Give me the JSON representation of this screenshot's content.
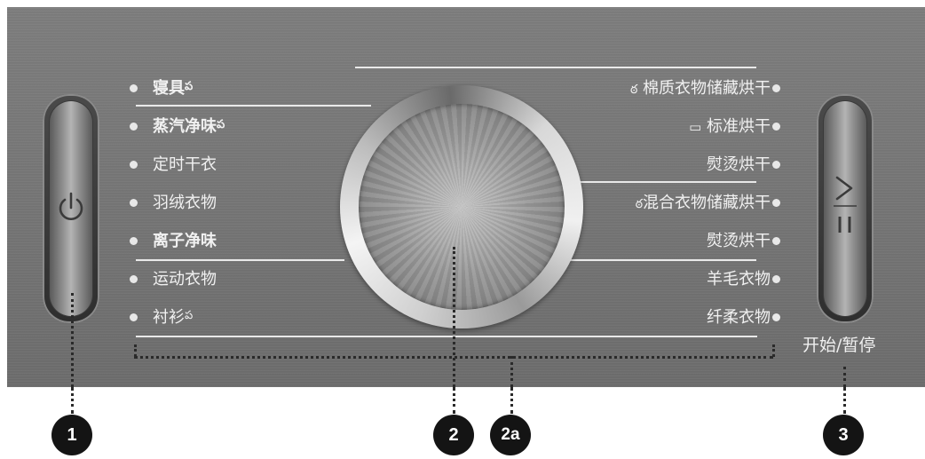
{
  "panel": {
    "left_programs": [
      {
        "label": "寝具",
        "bold": true,
        "indicator": "ప"
      },
      {
        "label": "蒸汽净味",
        "bold": true,
        "indicator": "ప"
      },
      {
        "label": "定时干衣",
        "bold": false,
        "indicator": ""
      },
      {
        "label": "羽绒衣物",
        "bold": false,
        "indicator": ""
      },
      {
        "label": "离子净味",
        "bold": true,
        "indicator": ""
      },
      {
        "label": "运动衣物",
        "bold": false,
        "indicator": ""
      },
      {
        "label": "衬衫",
        "bold": false,
        "indicator": "ప"
      }
    ],
    "right_programs": [
      {
        "label": "棉质衣物储藏烘干",
        "prefix": "ఠ"
      },
      {
        "label": "标准烘干",
        "prefix": "▭"
      },
      {
        "label": "熨烫烘干",
        "prefix": ""
      },
      {
        "label": "混合衣物储藏烘干",
        "prefix": "ఠ"
      },
      {
        "label": "熨烫烘干",
        "prefix": ""
      },
      {
        "label": "羊毛衣物",
        "prefix": ""
      },
      {
        "label": "纤柔衣物",
        "prefix": ""
      }
    ],
    "start_pause_label": "开始/暂停"
  },
  "markers": {
    "power": "1",
    "dial": "2",
    "programs": "2a",
    "start": "3"
  },
  "icons": {
    "power_button": "power-icon",
    "start_button": "play-pause-icon"
  },
  "colors": {
    "panel": "#767676",
    "marker": "#141414",
    "text": "#f1f1f1"
  }
}
